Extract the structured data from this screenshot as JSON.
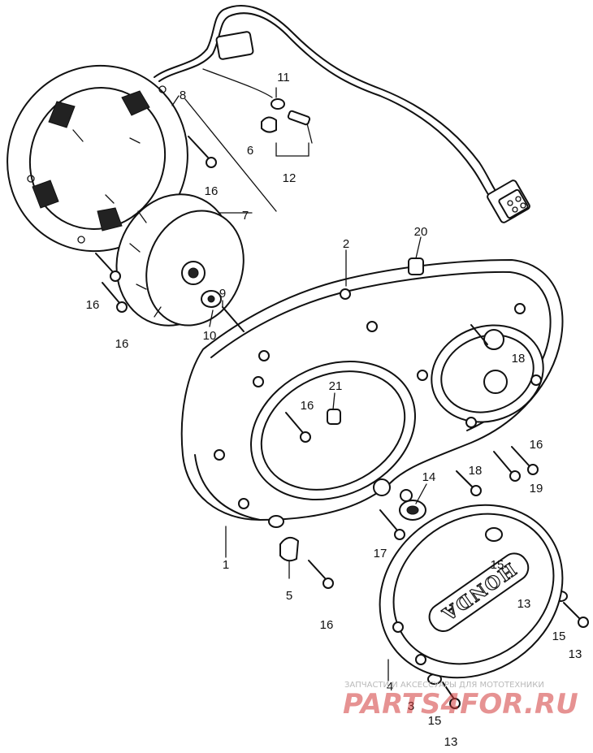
{
  "brand_text": "HONDA",
  "watermark": {
    "caption": "ЗАПЧАСТИ И АКСЕССУАРЫ ДЛЯ МОТОТЕХНИКИ",
    "logo": "PARTS4FOR.RU",
    "logo_color": "#d23a3a"
  },
  "callouts": [
    {
      "id": "c1",
      "text": "1"
    },
    {
      "id": "c2",
      "text": "2"
    },
    {
      "id": "c3",
      "text": "3"
    },
    {
      "id": "c4",
      "text": "4"
    },
    {
      "id": "c5",
      "text": "5"
    },
    {
      "id": "c6",
      "text": "6"
    },
    {
      "id": "c7",
      "text": "7"
    },
    {
      "id": "c8",
      "text": "8"
    },
    {
      "id": "c9",
      "text": "9"
    },
    {
      "id": "c10",
      "text": "10"
    },
    {
      "id": "c11",
      "text": "11"
    },
    {
      "id": "c12",
      "text": "12"
    },
    {
      "id": "c13a",
      "text": "13"
    },
    {
      "id": "c13b",
      "text": "13"
    },
    {
      "id": "c13c",
      "text": "13"
    },
    {
      "id": "c14",
      "text": "14"
    },
    {
      "id": "c15a",
      "text": "15"
    },
    {
      "id": "c15b",
      "text": "15"
    },
    {
      "id": "c15c",
      "text": "15"
    },
    {
      "id": "c16a",
      "text": "16"
    },
    {
      "id": "c16b",
      "text": "16"
    },
    {
      "id": "c16c",
      "text": "16"
    },
    {
      "id": "c16d",
      "text": "16"
    },
    {
      "id": "c16e",
      "text": "16"
    },
    {
      "id": "c16f",
      "text": "16"
    },
    {
      "id": "c17",
      "text": "17"
    },
    {
      "id": "c18a",
      "text": "18"
    },
    {
      "id": "c18b",
      "text": "18"
    },
    {
      "id": "c19",
      "text": "19"
    },
    {
      "id": "c20",
      "text": "20"
    },
    {
      "id": "c21",
      "text": "21"
    }
  ]
}
